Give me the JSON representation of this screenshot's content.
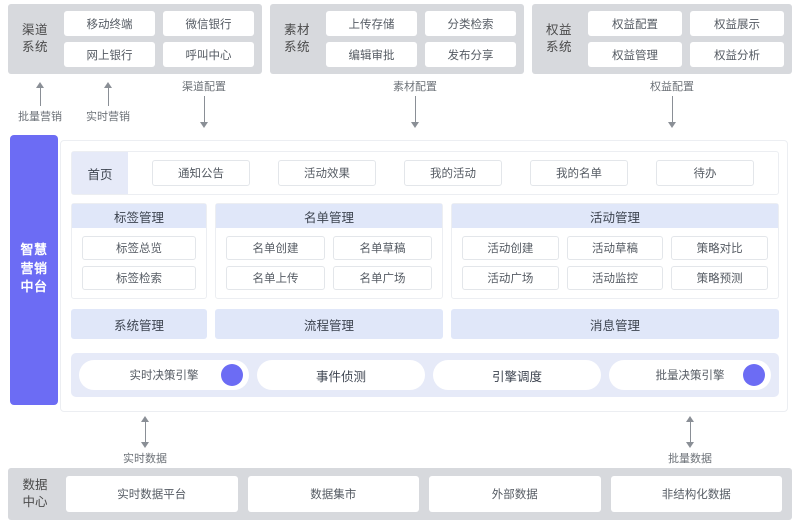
{
  "top_systems": [
    {
      "title": "渠道\n系统",
      "items": [
        "移动终端",
        "微信银行",
        "网上银行",
        "呼叫中心"
      ]
    },
    {
      "title": "素材\n系统",
      "items": [
        "上传存储",
        "分类检索",
        "编辑审批",
        "发布分享"
      ]
    },
    {
      "title": "权益\n系统",
      "items": [
        "权益配置",
        "权益展示",
        "权益管理",
        "权益分析"
      ]
    }
  ],
  "top_arrows": [
    {
      "label": "批量营销",
      "direction": "up"
    },
    {
      "label": "实时营销",
      "direction": "up"
    },
    {
      "label": "渠道配置",
      "direction": "down"
    },
    {
      "label": "素材配置",
      "direction": "down"
    },
    {
      "label": "权益配置",
      "direction": "down"
    }
  ],
  "sidebar": {
    "label": "智慧营销中台"
  },
  "tabs": {
    "home": "首页",
    "items": [
      "通知公告",
      "活动效果",
      "我的活动",
      "我的名单",
      "待办"
    ]
  },
  "cards": [
    {
      "title": "标签管理",
      "items": [
        "标签总览",
        "标签检索"
      ]
    },
    {
      "title": "名单管理",
      "items": [
        "名单创建",
        "名单草稿",
        "名单上传",
        "名单广场"
      ]
    },
    {
      "title": "活动管理",
      "items": [
        "活动创建",
        "活动草稿",
        "策略对比",
        "活动广场",
        "活动监控",
        "策略预测"
      ]
    }
  ],
  "bars": [
    "系统管理",
    "流程管理",
    "消息管理"
  ],
  "engines": [
    {
      "label": "实时决策引擎",
      "dot": true
    },
    {
      "label": "事件侦测",
      "dot": false
    },
    {
      "label": "引擎调度",
      "dot": false
    },
    {
      "label": "批量决策引擎",
      "dot": true
    }
  ],
  "bottom_arrows": [
    {
      "label": "实时数据",
      "direction": "both"
    },
    {
      "label": "批量数据",
      "direction": "both"
    }
  ],
  "data_center": {
    "title": "数据\n中心",
    "items": [
      "实时数据平台",
      "数据集市",
      "外部数据",
      "非结构化数据"
    ]
  },
  "colors": {
    "accent_purple": "#6c6cf4",
    "panel_blue": "#e0e7f9",
    "tab_blue": "#e6eaf8",
    "group_gray": "#d7d9dd"
  }
}
